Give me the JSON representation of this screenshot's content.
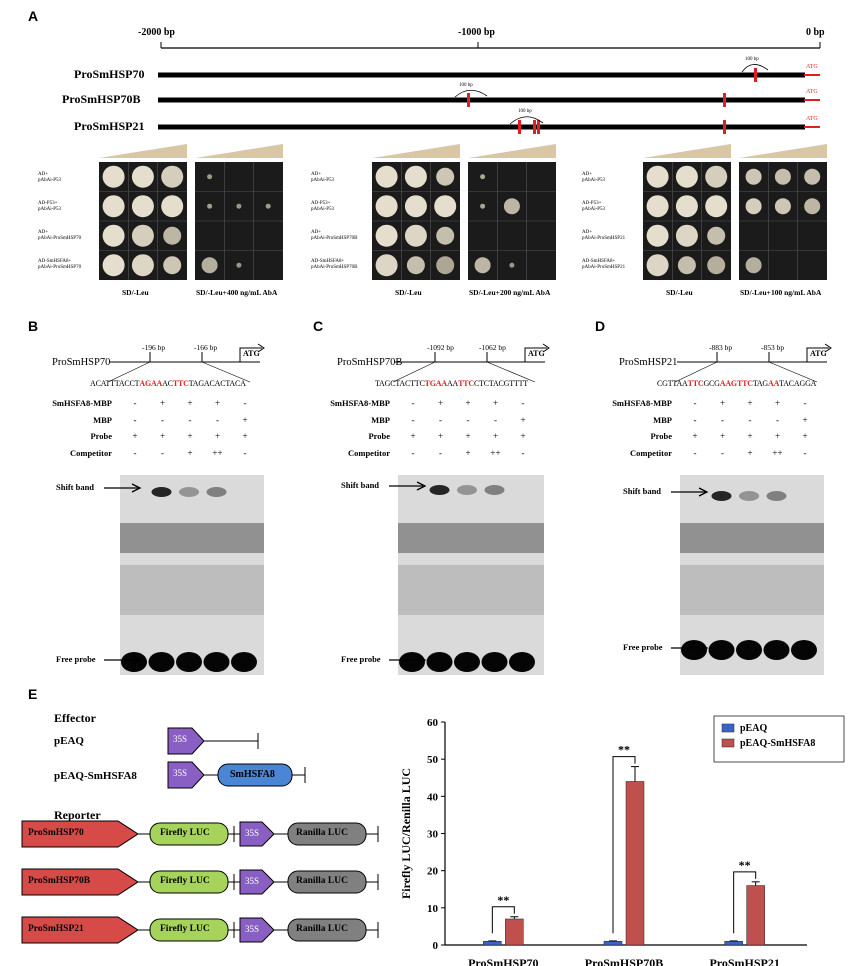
{
  "panelA": {
    "letter": "A",
    "axis": {
      "left": "-2000 bp",
      "mid": "-1000 bp",
      "right": "0 bp"
    },
    "promoters": [
      {
        "name": "ProSmHSP70",
        "scale_label": "100 bp",
        "atg": "ATG"
      },
      {
        "name": "ProSmHSP70B",
        "scale_label": "100 bp",
        "atg": "ATG"
      },
      {
        "name": "ProSmHSP21",
        "scale_label": "100 bp",
        "atg": "ATG"
      }
    ],
    "y1h_groups": [
      {
        "rows": [
          [
            "AD+",
            "pAbAi-P53"
          ],
          [
            "AD-P53+",
            "pAbAi-P53"
          ],
          [
            "AD+",
            "pAbAi-ProSmHSP70"
          ],
          [
            "AD-SmHSFA8+",
            "pAbAi-ProSmHSP70"
          ]
        ],
        "label_left": "SD/-Leu",
        "label_right": "SD/-Leu+400 ng/mL AbA"
      },
      {
        "rows": [
          [
            "AD+",
            "pAbAi-P53"
          ],
          [
            "AD-P53+",
            "pAbAi-P53"
          ],
          [
            "AD+",
            "pAbAi-ProSmHSP70B"
          ],
          [
            "AD-SmHSFA8+",
            "pAbAi-ProSmHSP70B"
          ]
        ],
        "label_left": "SD/-Leu",
        "label_right": "SD/-Leu+200 ng/mL AbA"
      },
      {
        "rows": [
          [
            "AD+",
            "pAbAi-P53"
          ],
          [
            "AD-P53+",
            "pAbAi-P53"
          ],
          [
            "AD+",
            "pAbAi-ProSmHSP21"
          ],
          [
            "AD-SmHSFA8+",
            "pAbAi-ProSmHSP21"
          ]
        ],
        "label_left": "SD/-Leu",
        "label_right": "SD/-Leu+100 ng/mL AbA"
      }
    ]
  },
  "emsa": [
    {
      "letter": "B",
      "promoter": "ProSmHSP70",
      "pos1": "-196 bp",
      "pos2": "-166 bp",
      "atg": "ATG",
      "seq": [
        [
          "ACATTTACCT",
          ""
        ],
        [
          "AGAA",
          "r"
        ],
        [
          "AC",
          ""
        ],
        [
          "TTC",
          "r"
        ],
        [
          "TAGACACTACA",
          ""
        ]
      ],
      "rows": [
        {
          "label": "SmHSFA8-MBP",
          "vals": [
            "-",
            "+",
            "+",
            "+",
            "-"
          ]
        },
        {
          "label": "MBP",
          "vals": [
            "-",
            "-",
            "-",
            "-",
            "+"
          ]
        },
        {
          "label": "Probe",
          "vals": [
            "+",
            "+",
            "+",
            "+",
            "+"
          ]
        },
        {
          "label": "Competitor",
          "vals": [
            "-",
            "-",
            "+",
            "++",
            "-"
          ]
        }
      ],
      "shift": "Shift band",
      "free": "Free probe"
    },
    {
      "letter": "C",
      "promoter": "ProSmHSP70B",
      "pos1": "-1092 bp",
      "pos2": "-1062 bp",
      "atg": "ATG",
      "seq": [
        [
          "TAGCTACTTC",
          ""
        ],
        [
          "TGAA",
          "r"
        ],
        [
          "AA",
          ""
        ],
        [
          "TTC",
          "r"
        ],
        [
          "CTCTACGTTTT",
          ""
        ]
      ],
      "rows": [
        {
          "label": "SmHSFA8-MBP",
          "vals": [
            "-",
            "+",
            "+",
            "+",
            "-"
          ]
        },
        {
          "label": "MBP",
          "vals": [
            "-",
            "-",
            "-",
            "-",
            "+"
          ]
        },
        {
          "label": "Probe",
          "vals": [
            "+",
            "+",
            "+",
            "+",
            "+"
          ]
        },
        {
          "label": "Competitor",
          "vals": [
            "-",
            "-",
            "+",
            "++",
            "-"
          ]
        }
      ],
      "shift": "Shift band",
      "free": "Free probe"
    },
    {
      "letter": "D",
      "promoter": "ProSmHSP21",
      "pos1": "-883 bp",
      "pos2": "-853 bp",
      "atg": "ATG",
      "seq": [
        [
          "CGTTAA",
          ""
        ],
        [
          "TTC",
          "r"
        ],
        [
          "GCG",
          ""
        ],
        [
          "AAG",
          "r"
        ],
        [
          "TTC",
          "r"
        ],
        [
          "TAG",
          ""
        ],
        [
          "AA",
          "r"
        ],
        [
          "TACAGGA",
          ""
        ]
      ],
      "rows": [
        {
          "label": "SmHSFA8-MBP",
          "vals": [
            "-",
            "+",
            "+",
            "+",
            "-"
          ]
        },
        {
          "label": "MBP",
          "vals": [
            "-",
            "-",
            "-",
            "-",
            "+"
          ]
        },
        {
          "label": "Probe",
          "vals": [
            "+",
            "+",
            "+",
            "+",
            "+"
          ]
        },
        {
          "label": "Competitor",
          "vals": [
            "-",
            "-",
            "+",
            "++",
            "-"
          ]
        }
      ],
      "shift": "Shift band",
      "free": "Free probe"
    }
  ],
  "panelE": {
    "letter": "E",
    "effector_title": "Effector",
    "reporter_title": "Reporter",
    "effectors": [
      {
        "name": "pEAQ",
        "promoter": "35S"
      },
      {
        "name": "pEAQ-SmHSFA8",
        "promoter": "35S",
        "gene": "SmHSFA8"
      }
    ],
    "reporters": [
      {
        "promoter": "ProSmHSP70",
        "gene": "Firefly LUC",
        "p2": "35S",
        "gene2": "Ranilla LUC"
      },
      {
        "promoter": "ProSmHSP70B",
        "gene": "Firefly LUC",
        "p2": "35S",
        "gene2": "Ranilla LUC"
      },
      {
        "promoter": "ProSmHSP21",
        "gene": "Firefly LUC",
        "p2": "35S",
        "gene2": "Ranilla LUC"
      }
    ],
    "colors": {
      "promoter": "#d64a47",
      "luc": "#a6d45a",
      "p35s": "#8a5fc4",
      "renilla": "#808080",
      "smhsfa8": "#4a86d4"
    }
  },
  "chart_data": {
    "type": "bar",
    "categories": [
      "ProSmHSP70",
      "ProSmHSP70B",
      "ProSmHSP21"
    ],
    "series": [
      {
        "name": "pEAQ",
        "values": [
          1,
          1,
          1
        ],
        "errors": [
          0.1,
          0.1,
          0.1
        ],
        "color": "#3b64c8"
      },
      {
        "name": "pEAQ-SmHSFA8",
        "values": [
          7,
          44,
          16
        ],
        "errors": [
          0.6,
          4,
          1
        ],
        "color": "#c0504d"
      }
    ],
    "ylabel": "Firefly LUC/Renilla LUC",
    "ylim": [
      0,
      60
    ],
    "yticks": [
      "0",
      "10",
      "20",
      "30",
      "40",
      "50",
      "60"
    ],
    "significance": [
      "**",
      "**",
      "**"
    ],
    "legend_position": "top-right"
  }
}
